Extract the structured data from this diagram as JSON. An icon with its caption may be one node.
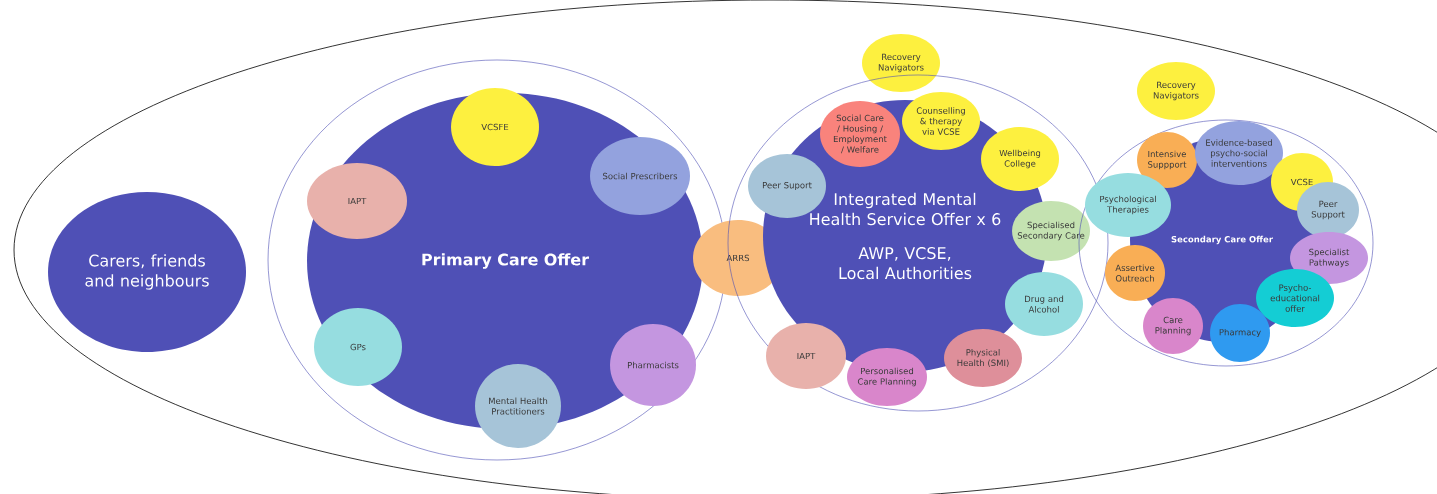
{
  "diagram": {
    "nodes": [
      {
        "text": [],
        "shape": "ellipse"
      },
      {
        "text": [
          "Carers, friends and neighbours"
        ],
        "in": 0
      },
      {
        "text": [],
        "shape": "ellipse",
        "in": 0
      },
      {
        "text": [
          "Primary Care Offer"
        ],
        "in": 2
      },
      {
        "text": [
          "VCSFE"
        ],
        "in": 3
      },
      {
        "text": [
          "IAPT"
        ],
        "in": 3
      },
      {
        "text": [
          "Social Prescribers"
        ],
        "in": 3
      },
      {
        "text": [
          "GPs"
        ],
        "in": 3
      },
      {
        "text": [
          "Pharmacists"
        ],
        "in": 3
      },
      {
        "text": [
          "Mental Health Practitioners"
        ],
        "in": 2
      },
      {
        "text": [
          "ARRS"
        ],
        "in": 0
      },
      {
        "text": [
          "Recovery Navigators"
        ],
        "in": 0
      },
      {
        "text": [],
        "shape": "ellipse",
        "in": 0
      },
      {
        "text": [
          "Integrated Mental Health Service Offer x 6",
          "AWP, VCSE, Local Authorities"
        ],
        "in": 12
      },
      {
        "text": [
          "Social Care / Housing / Employment / Welfare"
        ],
        "in": 13
      },
      {
        "text": [
          "Counselling & therapy via VCSE"
        ],
        "in": 12
      },
      {
        "text": [
          "Wellbeing College"
        ],
        "in": 12
      },
      {
        "text": [
          "Peer Suport"
        ],
        "in": 12
      },
      {
        "text": [
          "Specialised Secondary Care"
        ],
        "in": 12
      },
      {
        "text": [
          "Drug and Alcohol"
        ],
        "in": 12
      },
      {
        "text": [
          "IAPT"
        ],
        "in": 12
      },
      {
        "text": [
          "Physical Health (SMI)"
        ],
        "in": 12
      },
      {
        "text": [
          "Personalised Care Planning"
        ],
        "in": 12
      },
      {
        "text": [
          "Recovery Navigators"
        ],
        "in": 0
      },
      {
        "text": [],
        "shape": "ellipse",
        "in": 0
      },
      {
        "text": [
          "Secondary Care Offer"
        ],
        "in": 24
      },
      {
        "text": [
          "Intensive Suppport"
        ],
        "in": 24
      },
      {
        "text": [
          "Evidence-based psycho-social interventions"
        ],
        "in": 24
      },
      {
        "text": [
          "VCSE"
        ],
        "in": 24
      },
      {
        "text": [
          "Psychological Therapies"
        ],
        "in": 24
      },
      {
        "text": [
          "Peer Support"
        ],
        "in": 24
      },
      {
        "text": [
          "Specialist Pathways"
        ],
        "in": 24
      },
      {
        "text": [
          "Assertive Outreach"
        ],
        "in": 24
      },
      {
        "text": [
          "Psycho-educational offer"
        ],
        "in": 24
      },
      {
        "text": [
          "Care Planning"
        ],
        "in": 24
      },
      {
        "text": [
          "Pharmacy"
        ],
        "in": 24
      }
    ]
  }
}
